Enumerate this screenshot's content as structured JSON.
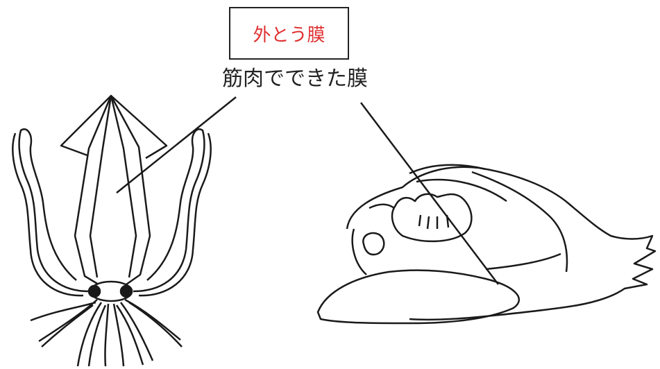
{
  "label": {
    "term": "外とう膜",
    "description": "筋肉でできた膜"
  },
  "colors": {
    "term_text": "#e03030",
    "stroke": "#1a1a1a"
  },
  "figures": {
    "squid": "squid-drawing",
    "clam": "clam-drawing"
  }
}
